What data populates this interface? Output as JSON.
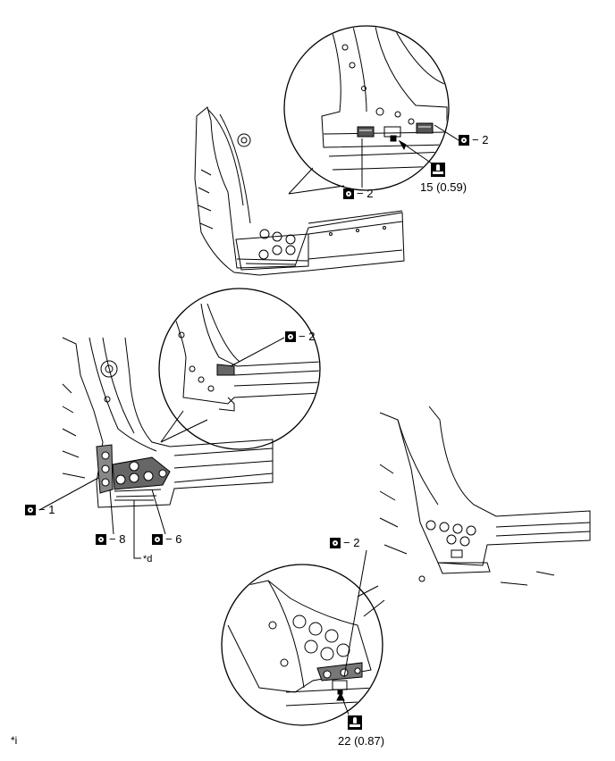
{
  "callouts": {
    "top_right": "− 2",
    "top_bottom": "− 2",
    "top_torque": "15 (0.59)",
    "mid_top": "− 2",
    "mid_1": "− 1",
    "mid_8": "− 8",
    "mid_6": "− 6",
    "mid_ref": "*d",
    "low_top": "− 2",
    "low_torque": "22 (0.87)"
  },
  "corner_ref": "*i"
}
